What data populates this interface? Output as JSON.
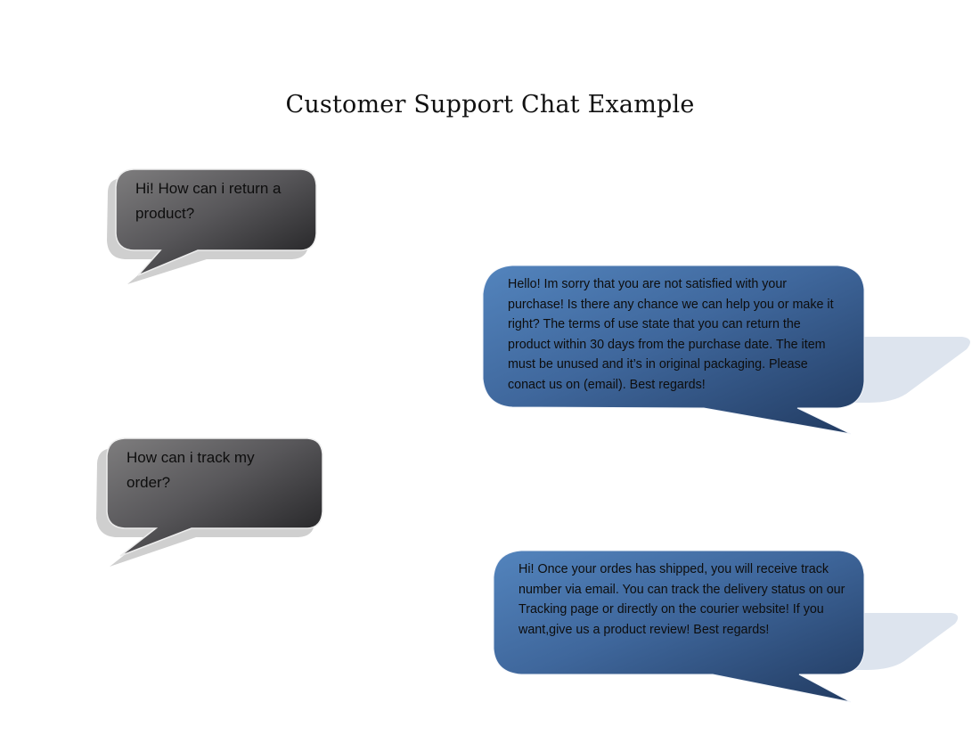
{
  "page": {
    "title": "Customer Support Chat Example"
  },
  "colors": {
    "customer_bubble_light": "#7a797a",
    "customer_bubble_dark": "#1f1f20",
    "customer_shadow": "#c9c9c9",
    "agent_bubble_light": "#4e7cb6",
    "agent_bubble_dark": "#253f66",
    "agent_shadow": "#dfe5ee",
    "text": "#0d0d0d"
  },
  "messages": [
    {
      "sender": "customer",
      "text": "Hi! How can i return a product?"
    },
    {
      "sender": "agent",
      "text": "Hello! Im sorry that you are not satisfied with your purchase! Is there any chance we can help you or make it right? The terms of use state that you can return the product within 30 days from the purchase date. The item must be unused and it’s in original packaging. Please conact us on (email). Best regards!"
    },
    {
      "sender": "customer",
      "text": "How can i track my order?"
    },
    {
      "sender": "agent",
      "text": "Hi! Once your ordes has shipped, you will receive track number via email. You can track the delivery status on our Tracking page or directly on the courier website! If you want,give us a product review! Best regards!"
    }
  ]
}
